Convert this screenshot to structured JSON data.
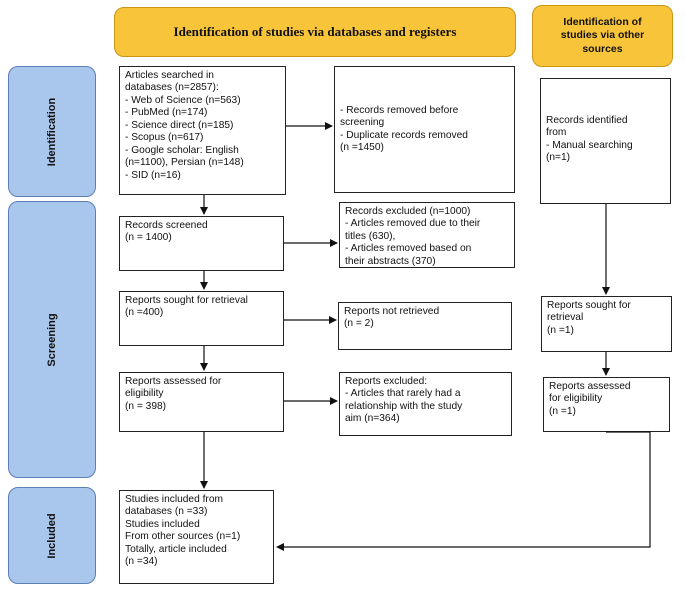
{
  "headers": {
    "main": "Identification of studies via databases and registers",
    "other": [
      "Identification of",
      "studies via other",
      "sources"
    ]
  },
  "phases": {
    "identification": "Identification",
    "screening": "Screening",
    "included": "Included"
  },
  "boxes": {
    "databases": [
      "Articles searched in",
      "databases (n=2857):",
      "- Web of Science (n=563)",
      "- PubMed (n=174)",
      "- Science direct (n=185)",
      "- Scopus (n=617)",
      "- Google scholar: English",
      "(n=1100), Persian (n=148)",
      "- SID (n=16)"
    ],
    "removed_before": [
      "- Records removed before",
      "screening",
      "- Duplicate records removed",
      "(n =1450)"
    ],
    "other_identified": [
      "Records identified",
      "from",
      "-  Manual searching",
      "(n=1)"
    ],
    "screened": [
      "Records screened",
      "(n = 1400)"
    ],
    "excluded": [
      "Records excluded (n=1000)",
      "- Articles removed due to their",
      "titles (630),",
      "- Articles removed based on",
      "their abstracts (370)"
    ],
    "sought": [
      "Reports sought for retrieval",
      "(n =400)"
    ],
    "not_retrieved": [
      "Reports not retrieved",
      "(n = 2)"
    ],
    "other_sought": [
      "Reports sought for",
      "retrieval",
      "(n =1)"
    ],
    "assessed": [
      "Reports assessed for",
      "eligibility",
      "(n = 398)"
    ],
    "reports_excluded": [
      "Reports excluded:",
      "- Articles that rarely had a",
      "relationship with the study",
      "aim (n=364)"
    ],
    "other_assessed": [
      "Reports assessed",
      "for eligibility",
      "(n =1)"
    ],
    "included": [
      "Studies included from",
      "databases (n =33)",
      "Studies included",
      "From other sources (n=1)",
      "Totally, article included",
      "(n =34)"
    ]
  }
}
